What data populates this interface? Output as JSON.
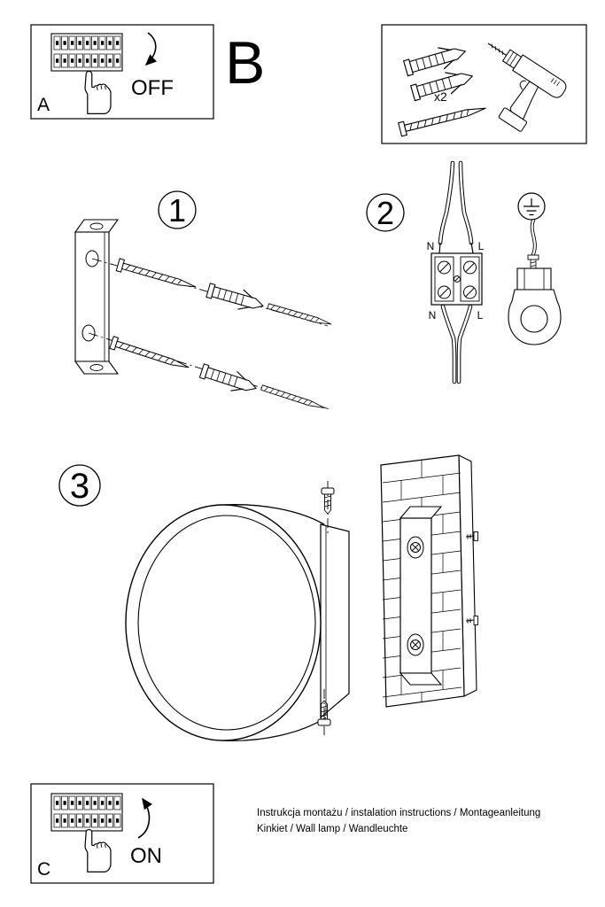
{
  "colors": {
    "ink": "#000000",
    "paper": "#ffffff"
  },
  "panel_a": {
    "label": "A",
    "state": "OFF"
  },
  "panel_b": {
    "label": "B",
    "anchor_count": "x2"
  },
  "panel_c": {
    "label": "C",
    "state": "ON"
  },
  "steps": {
    "one": "1",
    "two": "2",
    "three": "3"
  },
  "wiring": {
    "top_left": "N",
    "top_right": "L",
    "bottom_left": "N",
    "bottom_right": "L"
  },
  "footer": {
    "line1": "Instrukcja montażu / instalation instructions / Montageanleitung",
    "line2": "Kinkiet / Wall lamp / Wandleuchte"
  }
}
